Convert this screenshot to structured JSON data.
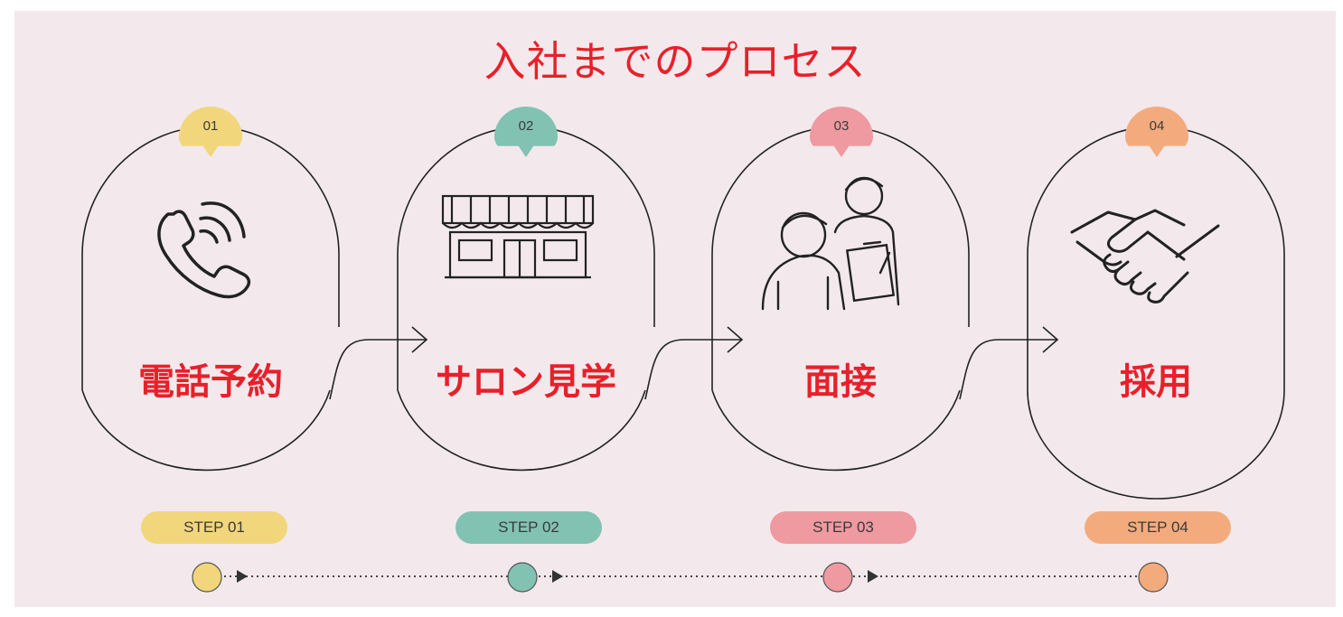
{
  "title": "入社までのプロセス",
  "steps": [
    {
      "num": "01",
      "title": "電話予約",
      "pill": "STEP 01",
      "color": "#f1d67c",
      "icon": "phone-icon"
    },
    {
      "num": "02",
      "title": "サロン見学",
      "pill": "STEP 02",
      "color": "#82c2b2",
      "icon": "storefront-icon"
    },
    {
      "num": "03",
      "title": "面接",
      "pill": "STEP 03",
      "color": "#ee9aa0",
      "icon": "interview-icon"
    },
    {
      "num": "04",
      "title": "採用",
      "pill": "STEP 04",
      "color": "#f3ab7e",
      "icon": "handshake-icon"
    }
  ]
}
